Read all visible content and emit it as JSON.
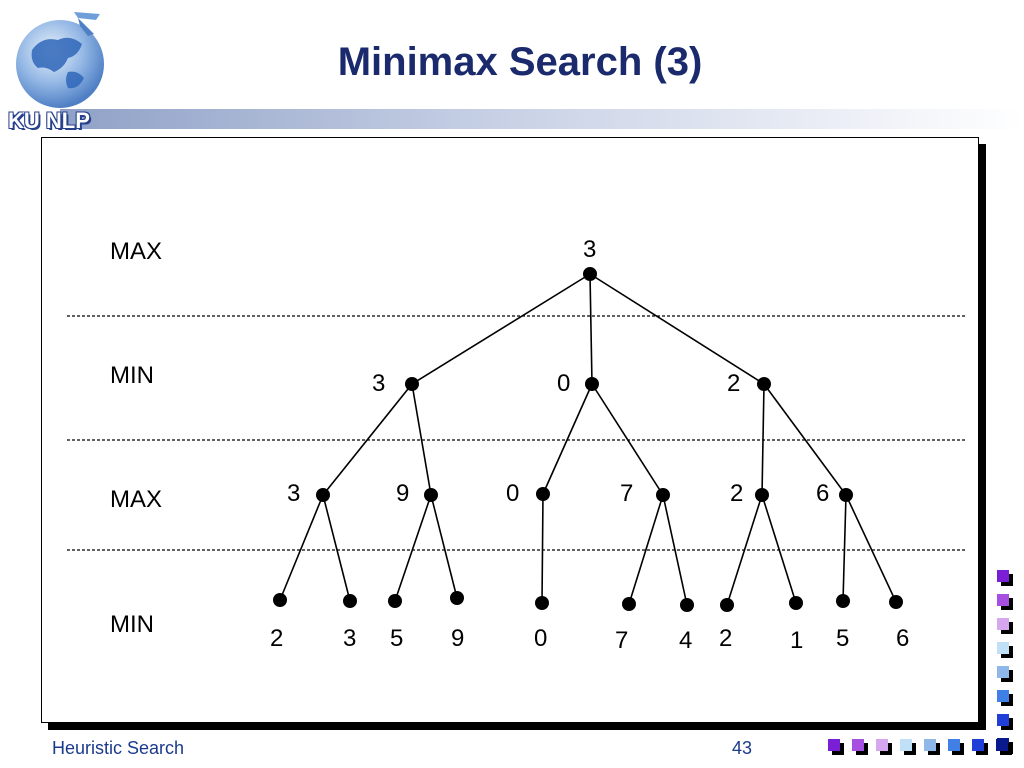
{
  "header": {
    "logo_text": "KU NLP",
    "title": "Minimax Search (3)"
  },
  "diagram": {
    "level_labels": [
      "MAX",
      "MIN",
      "MAX",
      "MIN"
    ],
    "root": "3",
    "min_nodes": [
      "3",
      "0",
      "2"
    ],
    "max_nodes": [
      "3",
      "9",
      "0",
      "7",
      "2",
      "6"
    ],
    "leaves": [
      "2",
      "3",
      "5",
      "9",
      "0",
      "7",
      "4",
      "2",
      "1",
      "5",
      "6"
    ],
    "edges_description_parent_of_max_nodes": [
      0,
      0,
      1,
      1,
      2,
      2
    ],
    "edges_description_parent_of_leaves": [
      0,
      0,
      1,
      1,
      2,
      3,
      3,
      4,
      4,
      5,
      5
    ]
  },
  "footer": {
    "course": "Heuristic Search",
    "page_number": "43"
  },
  "decor": {
    "square_colors": [
      "#7b1fd6",
      "#a64fe0",
      "#d6a6ef",
      "#bfe0f7",
      "#8fb8ea",
      "#3f7fe6",
      "#1f3fd6",
      "#0a1a8c"
    ]
  }
}
